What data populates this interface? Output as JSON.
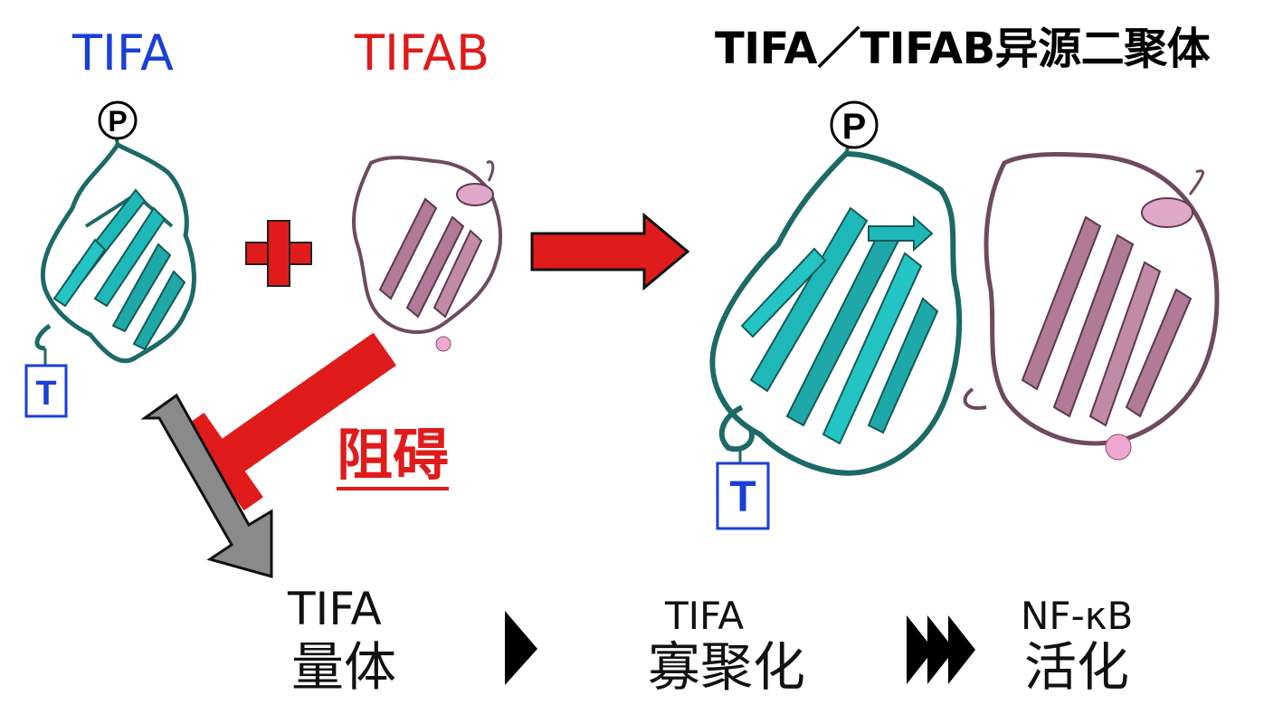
{
  "titles": {
    "tifa": "TIFA",
    "tifab": "TIFAB",
    "heterodimer": "TIFA／TIFAB异源二聚体"
  },
  "markers": {
    "phospho": "P",
    "tag": "T"
  },
  "inhibition": {
    "label": "阻碍"
  },
  "pathway": {
    "step1_top": "TIFA",
    "step1_bottom": "量体",
    "step2_top": "TIFA",
    "step2_bottom": "寡聚化",
    "step3_top": "NF-κB",
    "step3_bottom": "活化"
  },
  "colors": {
    "tifa_title": "#1a3fd6",
    "tifab_title": "#e01b1b",
    "tifa_protein": "#1fa8a8",
    "tifab_protein": "#b07a98",
    "arrow_red": "#e01b1b",
    "arrow_gray": "#808080"
  }
}
